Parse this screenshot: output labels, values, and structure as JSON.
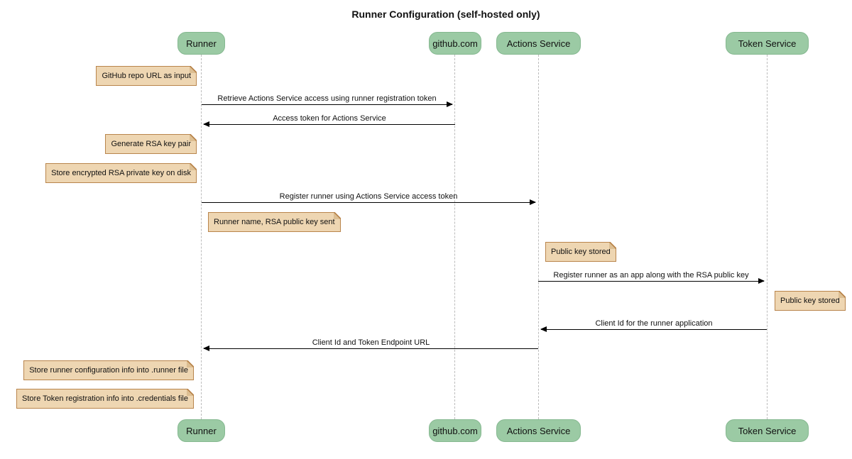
{
  "title": "Runner Configuration (self-hosted only)",
  "participants": [
    {
      "name": "Runner"
    },
    {
      "name": "github.com"
    },
    {
      "name": "Actions Service"
    },
    {
      "name": "Token Service"
    }
  ],
  "messages": [
    {
      "text": "Retrieve Actions Service access using runner registration token",
      "from": "Runner",
      "to": "github.com",
      "direction": "right"
    },
    {
      "text": "Access token for Actions Service",
      "from": "github.com",
      "to": "Runner",
      "direction": "left"
    },
    {
      "text": "Register runner using Actions Service access token",
      "from": "Runner",
      "to": "Actions Service",
      "direction": "right"
    },
    {
      "text": "Register runner as an app along with the RSA public key",
      "from": "Actions Service",
      "to": "Token Service",
      "direction": "right"
    },
    {
      "text": "Client Id for the runner application",
      "from": "Token Service",
      "to": "Actions Service",
      "direction": "left"
    },
    {
      "text": "Client Id and Token Endpoint URL",
      "from": "Actions Service",
      "to": "Runner",
      "direction": "left"
    }
  ],
  "notes": [
    {
      "text": "GitHub repo URL as input",
      "anchor": "Runner",
      "side": "left"
    },
    {
      "text": "Generate RSA key pair",
      "anchor": "Runner",
      "side": "left"
    },
    {
      "text": "Store encrypted RSA private key on disk",
      "anchor": "Runner",
      "side": "left"
    },
    {
      "text": "Runner name, RSA public key sent",
      "anchor": "Runner",
      "side": "right"
    },
    {
      "text": "Public key stored",
      "anchor": "Actions Service",
      "side": "right"
    },
    {
      "text": "Public key stored",
      "anchor": "Token Service",
      "side": "right"
    },
    {
      "text": "Store runner configuration info into .runner file",
      "anchor": "Runner",
      "side": "left"
    },
    {
      "text": "Store Token registration info into .credentials file",
      "anchor": "Runner",
      "side": "left"
    }
  ],
  "colors": {
    "participant_fill": "#9BCAA4",
    "participant_border": "#85B890",
    "note_fill": "#EED6B2",
    "note_border": "#B9854C",
    "lifeline": "#BCBCBC",
    "arrow": "#000000",
    "background": "#FFFFFF"
  }
}
